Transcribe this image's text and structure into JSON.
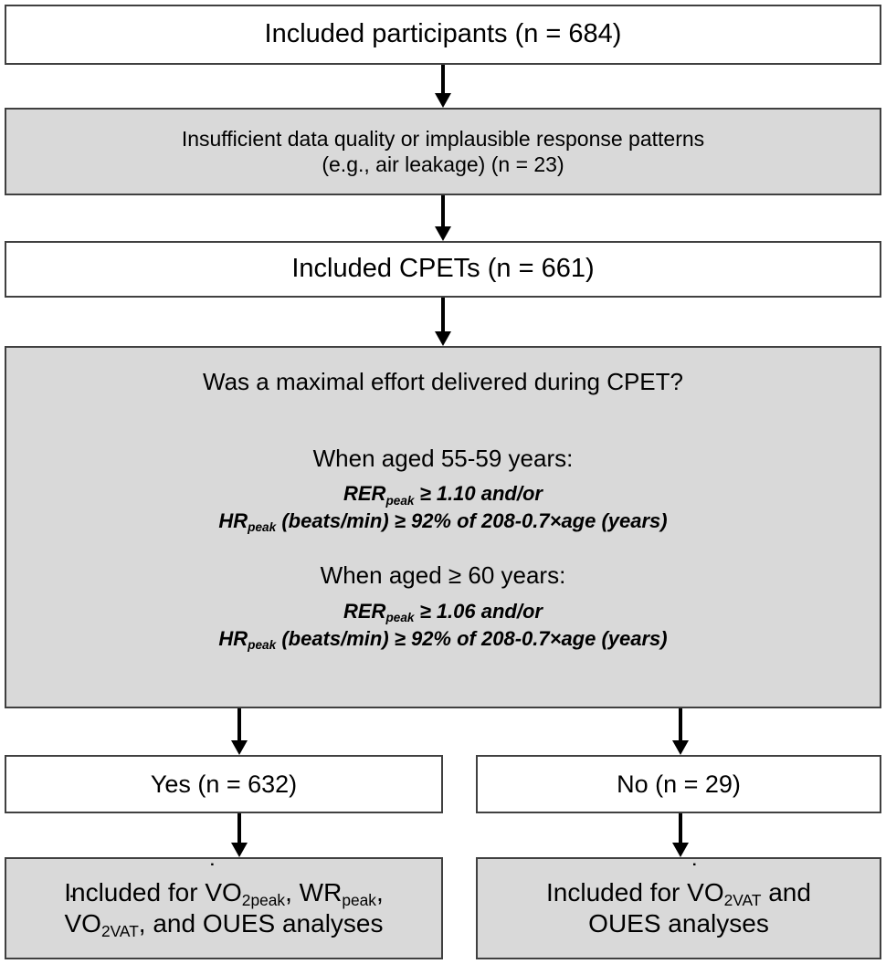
{
  "diagram": {
    "type": "participant-flow-chart",
    "colors": {
      "box_fill_white": "#ffffff",
      "box_fill_gray": "#d9d9d9",
      "box_border": "#404040",
      "arrow": "#000000",
      "text": "#000000"
    },
    "nodes": {
      "participants": {
        "label": "Included participants (n = 684)",
        "n": 684,
        "fill": "white"
      },
      "excluded": {
        "line1": "Insufficient data quality or implausible response patterns",
        "line2": "(e.g., air leakage) (n = 23)",
        "n": 23,
        "fill": "gray"
      },
      "cpets": {
        "label": "Included CPETs (n = 661)",
        "n": 661,
        "fill": "white"
      },
      "question": {
        "title": "Was a maximal effort delivered during CPET?",
        "fill": "gray",
        "groups": [
          {
            "heading": "When aged 55-59 years:",
            "criterion_rer_prefix": "RER",
            "criterion_rer_sub": "peak",
            "criterion_rer_rest": " ≥ 1.10 and/or",
            "criterion_hr_prefix": "HR",
            "criterion_hr_sub": "peak",
            "criterion_hr_rest": " (beats/min) ≥ 92% of 208-0.7×age (years)"
          },
          {
            "heading": "When aged ≥ 60 years:",
            "criterion_rer_prefix": "RER",
            "criterion_rer_sub": "peak",
            "criterion_rer_rest": " ≥ 1.06 and/or",
            "criterion_hr_prefix": "HR",
            "criterion_hr_sub": "peak",
            "criterion_hr_rest": " (beats/min) ≥ 92% of 208-0.7×age (years)"
          }
        ]
      },
      "yes": {
        "label": "Yes (n = 632)",
        "n": 632,
        "fill": "white"
      },
      "no": {
        "label": "No (n = 29)",
        "n": 29,
        "fill": "white"
      },
      "analyses_left": {
        "fill": "gray",
        "seg_1": "Included for ",
        "seg_2_v": "V",
        "seg_2_o": "O",
        "seg_2_sub": "2peak",
        "seg_3": ", WR",
        "seg_4_sub": "peak",
        "seg_5": ",",
        "seg_6_v": "V",
        "seg_6_o": "O",
        "seg_6_sub": "2VAT",
        "seg_7": ", and OUES analyses"
      },
      "analyses_right": {
        "fill": "gray",
        "seg_1": "Included for ",
        "seg_2_v": "V",
        "seg_2_o": "O",
        "seg_2_sub": "2VAT",
        "seg_3": " and",
        "seg_4": "OUES analyses"
      }
    },
    "edges": [
      {
        "name": "participants-to-excluded",
        "from": "participants",
        "to": "excluded"
      },
      {
        "name": "excluded-to-cpets",
        "from": "excluded",
        "to": "cpets"
      },
      {
        "name": "cpets-to-question",
        "from": "cpets",
        "to": "question"
      },
      {
        "name": "question-to-yes",
        "from": "question",
        "to": "yes"
      },
      {
        "name": "question-to-no",
        "from": "question",
        "to": "no"
      },
      {
        "name": "yes-to-analyses-left",
        "from": "yes",
        "to": "analyses_left"
      },
      {
        "name": "no-to-analyses-right",
        "from": "no",
        "to": "analyses_right"
      }
    ]
  }
}
